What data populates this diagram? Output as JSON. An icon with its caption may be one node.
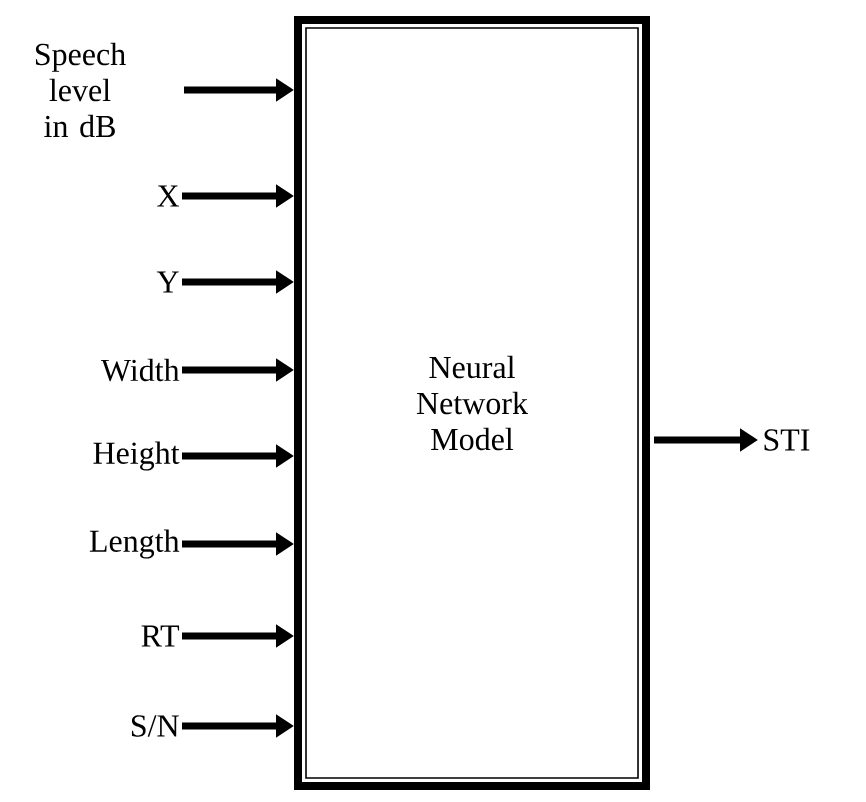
{
  "diagram": {
    "nodes": [
      {
        "text": [
          "Neural Network Model"
        ]
      },
      {
        "text": [
          "Speech level in dB"
        ]
      },
      {
        "text": [
          "X"
        ]
      },
      {
        "text": [
          "Y"
        ]
      },
      {
        "text": [
          "Width"
        ]
      },
      {
        "text": [
          "Height"
        ]
      },
      {
        "text": [
          "Length"
        ]
      },
      {
        "text": [
          "RT"
        ]
      },
      {
        "text": [
          "S/N"
        ]
      },
      {
        "text": [
          "STI"
        ]
      }
    ],
    "edges": [
      {
        "from": 1,
        "to": 0,
        "arrow": "to"
      },
      {
        "from": 2,
        "to": 0,
        "arrow": "to"
      },
      {
        "from": 3,
        "to": 0,
        "arrow": "to"
      },
      {
        "from": 4,
        "to": 0,
        "arrow": "to"
      },
      {
        "from": 5,
        "to": 0,
        "arrow": "to"
      },
      {
        "from": 6,
        "to": 0,
        "arrow": "to"
      },
      {
        "from": 7,
        "to": 0,
        "arrow": "to"
      },
      {
        "from": 8,
        "to": 0,
        "arrow": "to"
      },
      {
        "from": 0,
        "to": 9,
        "arrow": "to"
      }
    ]
  }
}
